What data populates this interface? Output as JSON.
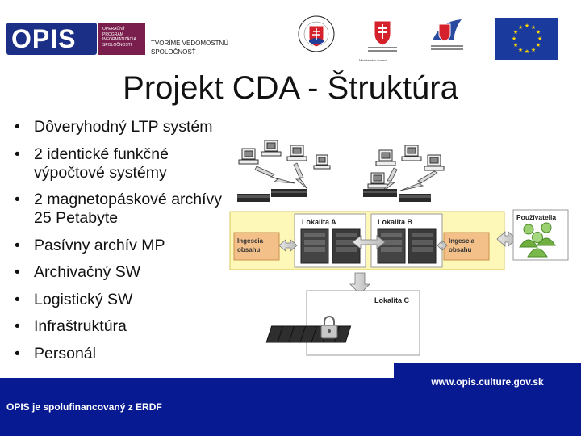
{
  "header": {
    "logo_text": "OPIS",
    "logo_side_lines": [
      "OPERAČNÝ",
      "PROGRAM",
      "INFORMATIZÁCIA",
      "SPOLOČNOSTI"
    ],
    "slogan_line1": "TVORÍME VEDOMOSTNÚ",
    "slogan_line2": "SPOLOČNOSŤ",
    "caption": "Ministerstvo financií",
    "colors": {
      "opis_blue": "#1c2f86",
      "opis_purple": "#7a1f4d",
      "eu_blue": "#1a3a9e",
      "eu_star": "#ffd700"
    }
  },
  "title": "Projekt CDA - Štruktúra",
  "bullets": [
    "Dôveryhodný LTP systém",
    "2 identické funkčné výpočtové systémy",
    "2 magnetopáskové archívy 25 Petabyte",
    "Pasívny archív MP",
    "Archivačný SW",
    "Logistický SW",
    "Infraštruktúra",
    "Personál"
  ],
  "diagram": {
    "lokalita_a": "Lokalita A",
    "lokalita_b": "Lokalita B",
    "lokalita_c": "Lokalita C",
    "ingest_left": [
      "Ingescia",
      "obsahu"
    ],
    "ingest_right": [
      "Ingescia",
      "obsahu"
    ],
    "users": "Používatelia",
    "colors": {
      "zone": "#fdf7b8",
      "zone_border": "#d8c95a",
      "ingest": "#f3c089"
    }
  },
  "footer": {
    "url": "www.opis.culture.gov.sk",
    "cofinanced": "OPIS je spolufinancovaný z ERDF",
    "color": "#071a92"
  }
}
